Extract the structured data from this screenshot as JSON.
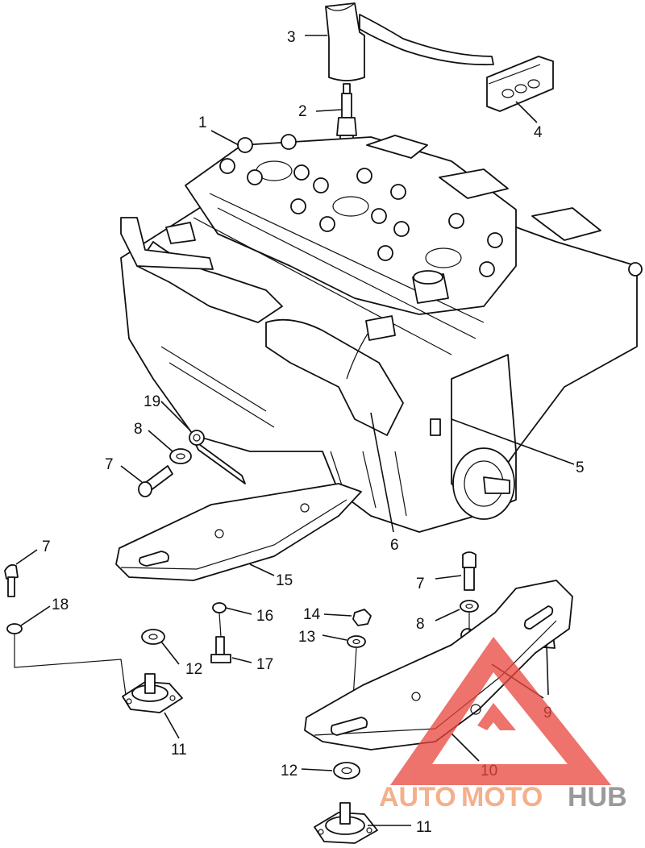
{
  "diagram": {
    "callouts": {
      "c1": "1",
      "c2": "2",
      "c3": "3",
      "c4": "4",
      "c5": "5",
      "c6": "6",
      "c7a": "7",
      "c7b": "7",
      "c7c": "7",
      "c8a": "8",
      "c8b": "8",
      "c9": "9",
      "c10": "10",
      "c11a": "11",
      "c11b": "11",
      "c12a": "12",
      "c12b": "12",
      "c13": "13",
      "c14": "14",
      "c15": "15",
      "c16": "16",
      "c17": "17",
      "c18": "18",
      "c19": "19"
    }
  },
  "watermark": {
    "text_auto": "AUTO",
    "text_moto": "MOTO",
    "text_hub": "HUB",
    "color_auto": "#f3b08c",
    "color_hub": "#9a9a9a",
    "logo_color": "#e8453c"
  }
}
